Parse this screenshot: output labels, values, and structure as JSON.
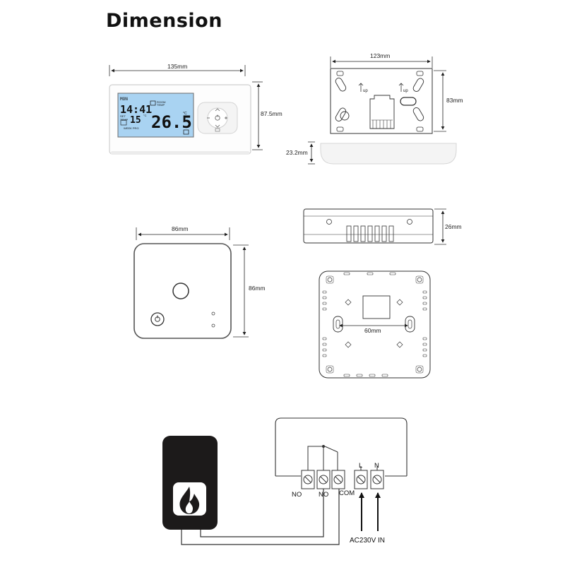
{
  "title": "Dimension",
  "dimensions": {
    "front_width": "135mm",
    "front_height": "87.5mm",
    "back_width": "123mm",
    "back_height": "83mm",
    "depth": "23.2mm",
    "receiver_width": "86mm",
    "receiver_height": "86mm",
    "receiver_depth": "26mm",
    "mount_spacing": "60mm"
  },
  "display": {
    "day": "MON",
    "time": "14:41",
    "set_temp": "15",
    "set_temp_unit": "°C",
    "set_label": "SET",
    "temp_label": "TEMP",
    "room_label": "ROOM",
    "room_temp_label": "TEMP",
    "room_temp": "26.5",
    "room_unit": "°C",
    "mode": "WEEK PRG"
  },
  "back_plate": {
    "up_label_left": "up",
    "up_label_right": "up"
  },
  "wiring": {
    "terminal_labels": [
      "NO",
      "NO",
      "COM"
    ],
    "power_terminal_labels": [
      "L",
      "N"
    ],
    "power_label": "AC230V  IN"
  },
  "colors": {
    "lcd_background": "#a9d3f2",
    "boiler": "#1c1a1a",
    "outline": "#333333"
  }
}
